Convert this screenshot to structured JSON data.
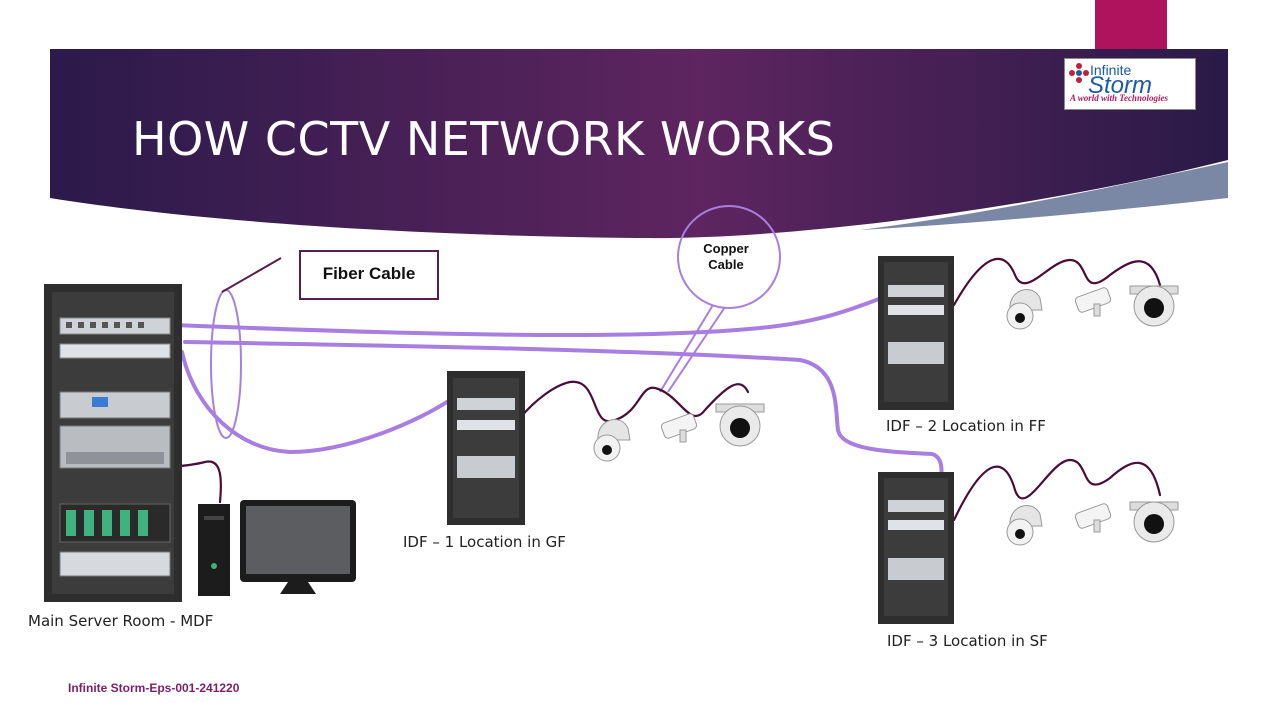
{
  "slide": {
    "title": "HOW CCTV NETWORK WORKS",
    "footer": "Infinite Storm-Eps-001-241220",
    "colors": {
      "banner_dark": "#2b1a4a",
      "banner_mid": "#5e2560",
      "accent_magenta": "#b0135e",
      "cable_fiber": "#a87fe0",
      "cable_copper": "#4a0d3a",
      "rack": "#2e2e2e"
    }
  },
  "logo": {
    "line1": "Infinite",
    "line2": "Storm",
    "tagline": "A world with Technologies"
  },
  "callouts": {
    "fiber": "Fiber Cable",
    "copper_line1": "Copper",
    "copper_line2": "Cable"
  },
  "locations": {
    "mdf": "Main Server Room - MDF",
    "idf1": "IDF – 1 Location in GF",
    "idf2": "IDF – 2 Location in FF",
    "idf3": "IDF – 3 Location in SF"
  },
  "icons": [
    "server-rack-icon",
    "computer-tower-icon",
    "monitor-icon",
    "ptz-camera-icon",
    "bullet-camera-icon",
    "dome-camera-icon",
    "logo-flower-icon"
  ]
}
